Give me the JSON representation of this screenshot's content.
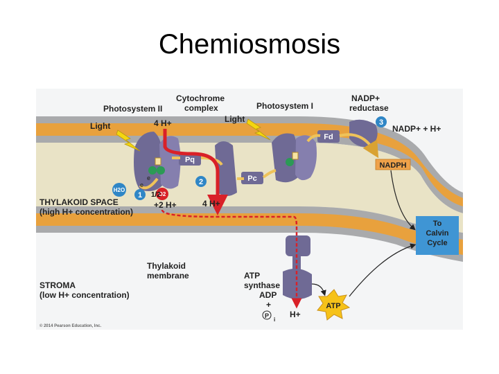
{
  "slide": {
    "title": "Chemiosmosis"
  },
  "diagram": {
    "labels": {
      "photosystem2": "Photosystem II",
      "cytochrome1": "Cytochrome",
      "cytochrome2": "complex",
      "photosystem1": "Photosystem I",
      "nadp_reductase1": "NADP+",
      "nadp_reductase2": "reductase",
      "light1": "Light",
      "light2": "Light",
      "h_in": "4 H+",
      "h2o": "H2O",
      "o2": "O2",
      "half_o2": "1/2",
      "plus_2h": "+2 H+",
      "plus_4h": "4 H+",
      "thylakoid_space1": "THYLAKOID SPACE",
      "thylakoid_space2": "(high H+ concentration)",
      "thylakoid_membrane1": "Thylakoid",
      "thylakoid_membrane2": "membrane",
      "stroma1": "STROMA",
      "stroma2": "(low H+ concentration)",
      "atp_synthase1": "ATP",
      "atp_synthase2": "synthase",
      "adp": "ADP",
      "plus": "+",
      "pi": "P",
      "pi_sub": "i",
      "h_out": "H+",
      "atp": "ATP",
      "nadph": "NADPH",
      "nadp_h": "NADP+ + H+",
      "calvin1": "To",
      "calvin2": "Calvin",
      "calvin3": "Cycle",
      "pq": "Pq",
      "pc": "Pc",
      "fd": "Fd",
      "step1": "1",
      "step2": "2",
      "step3": "3",
      "e1": "e",
      "e2": "e",
      "copyright": "© 2014 Pearson Education, Inc."
    },
    "colors": {
      "membrane_head": "#a9aaac",
      "membrane_core": "#e8a13d",
      "thylakoid_space": "#e9e3c6",
      "protein": "#6f6a95",
      "proton_arrow": "#d92128",
      "electron_arrow": "#efc35a",
      "step_circle": "#2f86c6",
      "calvin_box": "#3f95d4",
      "atp_star": "#f6c219",
      "nadph_box": "#efa24a",
      "lightning": "#f4d60f"
    }
  }
}
